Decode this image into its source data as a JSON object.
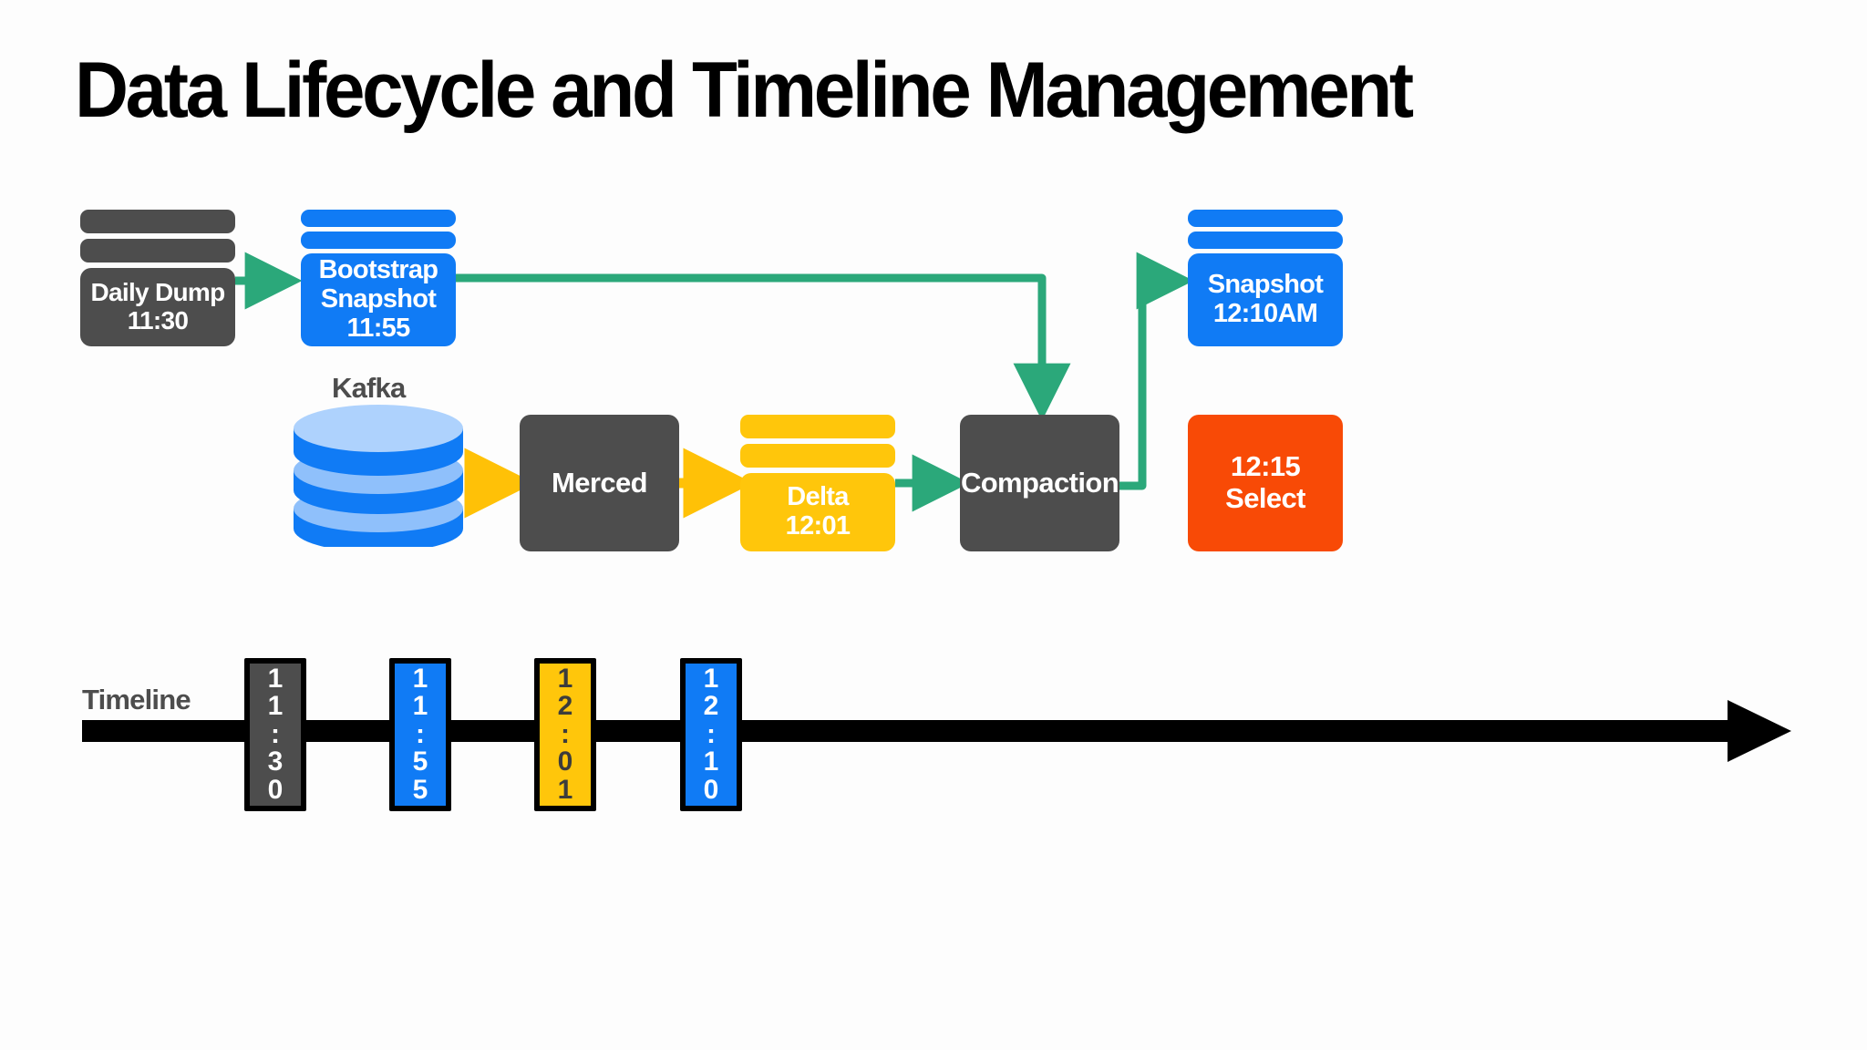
{
  "page": {
    "title": "Data Lifecycle and Timeline Management"
  },
  "colors": {
    "gray": "#4d4d4d",
    "blue": "#107bf5",
    "blue_light": "#8ab8f7",
    "yellow": "#ffc60b",
    "orange": "#f84a06",
    "green_arrow": "#2ba87a",
    "yellow_arrow": "#ffc107",
    "black": "#000000",
    "white": "#ffffff"
  },
  "diagram": {
    "nodes": {
      "daily_dump": {
        "line1": "Daily Dump",
        "line2": "11:30",
        "color": "gray",
        "shape": "stack"
      },
      "bootstrap_snapshot": {
        "line1": "Bootstrap",
        "line2": "Snapshot",
        "line3": "11:55",
        "color": "blue",
        "shape": "stack"
      },
      "kafka": {
        "label": "Kafka",
        "shape": "cylinder",
        "color": "blue"
      },
      "merced": {
        "line1": "Merced",
        "color": "gray",
        "shape": "box"
      },
      "delta": {
        "line1": "Delta",
        "line2": "12:01",
        "color": "yellow",
        "shape": "stack"
      },
      "compaction": {
        "line1": "Compaction",
        "color": "gray",
        "shape": "box"
      },
      "snapshot_1210": {
        "line1": "Snapshot",
        "line2": "12:10AM",
        "color": "blue",
        "shape": "stack"
      },
      "select_1215": {
        "line1": "12:15",
        "line2": "Select",
        "color": "orange",
        "shape": "box"
      }
    },
    "edges": [
      {
        "from": "daily_dump",
        "to": "bootstrap_snapshot",
        "color": "green_arrow",
        "style": "straight"
      },
      {
        "from": "bootstrap_snapshot",
        "to": "compaction",
        "color": "green_arrow",
        "style": "elbow-right-down"
      },
      {
        "from": "kafka",
        "to": "merced",
        "color": "yellow_arrow",
        "style": "straight"
      },
      {
        "from": "merced",
        "to": "delta",
        "color": "yellow_arrow",
        "style": "straight"
      },
      {
        "from": "delta",
        "to": "compaction",
        "color": "green_arrow",
        "style": "straight"
      },
      {
        "from": "compaction",
        "to": "snapshot_1210",
        "color": "green_arrow",
        "style": "elbow-right-up"
      }
    ]
  },
  "timeline": {
    "label": "Timeline",
    "axis_color": "#000000",
    "markers": [
      {
        "time": "11:30",
        "chars": [
          "1",
          "1",
          ":",
          "3",
          "0"
        ],
        "color": "gray",
        "text_color": "light"
      },
      {
        "time": "11:55",
        "chars": [
          "1",
          "1",
          ":",
          "5",
          "5"
        ],
        "color": "blue",
        "text_color": "light"
      },
      {
        "time": "12:01",
        "chars": [
          "1",
          "2",
          ":",
          "0",
          "1"
        ],
        "color": "yellow",
        "text_color": "dark"
      },
      {
        "time": "12:10",
        "chars": [
          "1",
          "2",
          ":",
          "1",
          "0"
        ],
        "color": "blue",
        "text_color": "light"
      }
    ]
  }
}
